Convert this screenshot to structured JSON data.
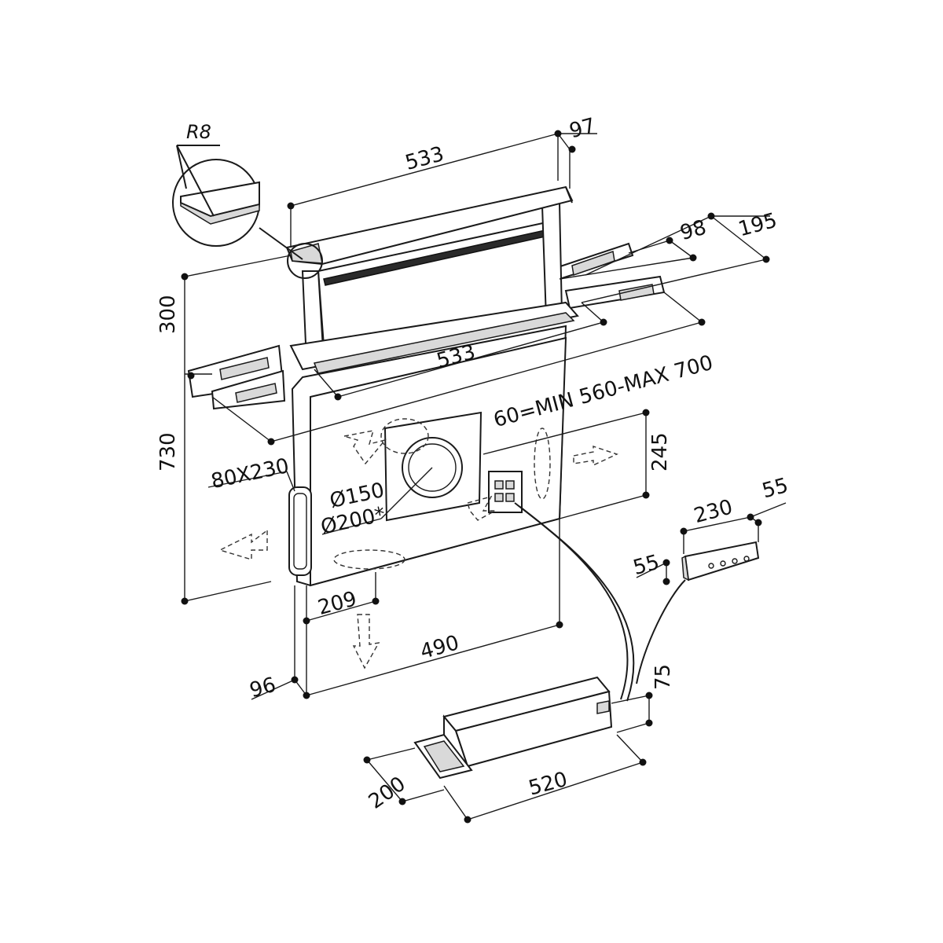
{
  "diagram": {
    "labels": {
      "r8": "R8",
      "top_width": "533",
      "top_depth": "97",
      "rail_depth_98": "98",
      "rail_depth_195": "195",
      "height_300": "300",
      "mid_width": "533",
      "cutout_range": "60=MIN  560-MAX  700",
      "height_730": "730",
      "side_opening": "80X230",
      "dia_150": "Ø150",
      "dia_200": "Ø200*",
      "height_245": "245",
      "bottom_209": "209",
      "bottom_490": "490",
      "bottom_96": "96",
      "ctrl_230": "230",
      "ctrl_55_right": "55",
      "ctrl_55_left": "55",
      "motor_75": "75",
      "motor_200": "200",
      "motor_520": "520"
    }
  }
}
